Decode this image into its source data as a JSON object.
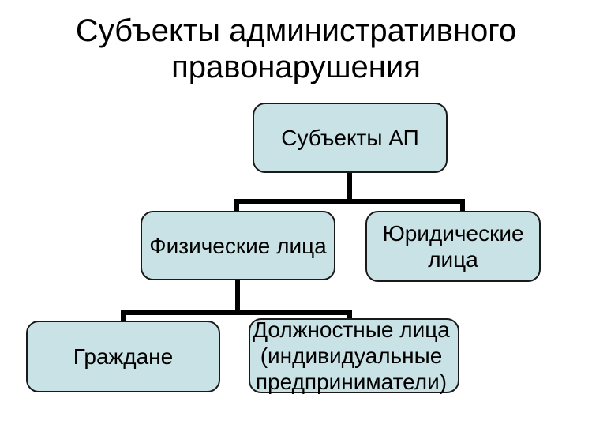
{
  "page": {
    "background": "#ffffff"
  },
  "colors": {
    "box_fill": "#c9e2e6",
    "box_border": "#1a1a1a",
    "connector": "#000000",
    "text": "#000000"
  },
  "title": {
    "text": "Субъекты административного правонарушения"
  },
  "diagram": {
    "type": "org-chart",
    "root": {
      "label": "Субъекты АП",
      "children": [
        "physical",
        "legal"
      ]
    },
    "physical": {
      "label": "Физические лица",
      "children": [
        "citizens",
        "officials"
      ]
    },
    "legal": {
      "label": "Юридические лица",
      "children": []
    },
    "citizens": {
      "label": "Граждане",
      "children": []
    },
    "officials": {
      "label": "Должностные лица (индивидуальные предприниматели)",
      "children": []
    }
  }
}
